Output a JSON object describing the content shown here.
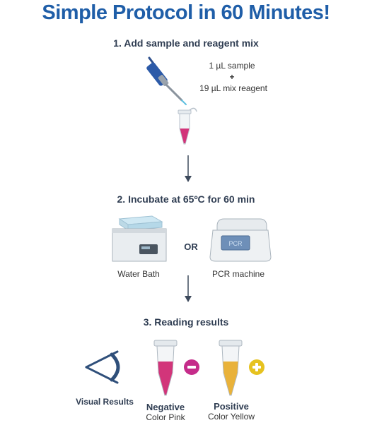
{
  "title": "Simple Protocol in 60 Minutes!",
  "step1": {
    "heading": "1.  Add sample and reagent mix",
    "sample_line": "1  µL sample",
    "plus": "+",
    "reagent_line": "19  µL mix reagent"
  },
  "step2": {
    "heading": "2. Incubate at 65ºC for 60 min",
    "or_label": "OR",
    "water_bath_label": "Water Bath",
    "pcr_label": "PCR machine",
    "pcr_screen_text": "PCR"
  },
  "step3": {
    "heading": "3. Reading results",
    "visual_label": "Visual Results",
    "negative_title": "Negative",
    "negative_sub": "Color Pink",
    "positive_title": "Positive",
    "positive_sub": "Color Yellow"
  },
  "colors": {
    "title_blue": "#1f5ea8",
    "pink": "#d2357a",
    "yellow": "#e9b23a",
    "magenta_badge": "#c52c8a",
    "yellow_badge": "#e6c21f"
  }
}
